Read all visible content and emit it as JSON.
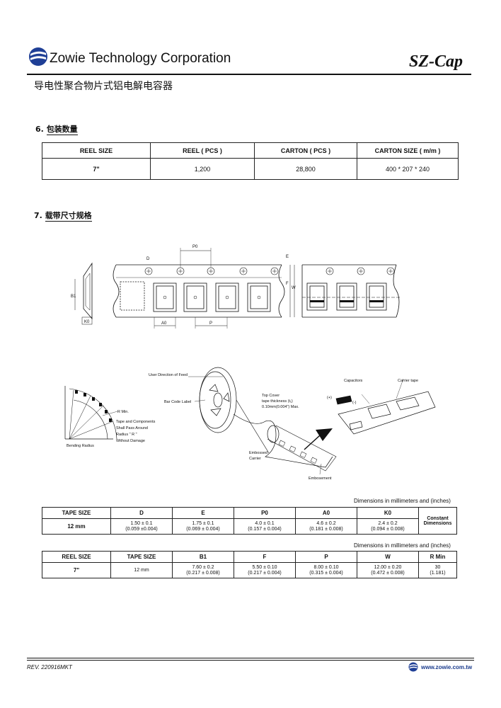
{
  "header": {
    "company": "Zowie Technology Corporation",
    "brand": "SZ-Cap",
    "subtitle": "导电性聚合物片式铝电解电容器"
  },
  "section6": {
    "number": "6.",
    "title": "包装数量",
    "headers": [
      "REEL SIZE",
      "REEL ( PCS )",
      "CARTON ( PCS )",
      "CARTON SIZE ( m/m )"
    ],
    "row": [
      "7\"",
      "1,200",
      "28,800",
      "400 * 207 * 240"
    ]
  },
  "section7": {
    "number": "7.",
    "title": "载带尺寸规格",
    "diagram_labels": {
      "p0": "P0",
      "d": "D",
      "e": "E",
      "f": "F",
      "w": "W",
      "b1": "B1",
      "k0": "K0",
      "a0": "A0",
      "p": "P",
      "user_feed": "User Direction of Feed",
      "bar_code": "Bar Code Label",
      "top_cover_1": "Top Cover",
      "top_cover_2": "tape thickness (t₁)",
      "top_cover_3": "0.10mm(0.004\") Max.",
      "r_min": "R Min.",
      "tape_components_1": "Tape and Components",
      "tape_components_2": "Shall Pass Around",
      "tape_components_3": "Radius \" R \"",
      "tape_components_4": "Without Damage",
      "bending_radius": "Bending Radius",
      "embossed_1": "Embossed",
      "embossed_2": "Carrier",
      "embosement": "Embosement",
      "capacitors": "Capacitors",
      "carrier_tape": "Carrier tape",
      "plus": "(+)",
      "minus": "(-)"
    }
  },
  "table2": {
    "note": "Dimensions in millimeters and (inches)",
    "headers": [
      "TAPE SIZE",
      "D",
      "E",
      "P0",
      "A0",
      "K0",
      "Constant Dimensions"
    ],
    "tape_size": "12 mm",
    "cells": [
      [
        "1.50 ± 0.1",
        "(0.059 ±0.004)"
      ],
      [
        "1.75 ± 0.1",
        "(0.069 ± 0.004)"
      ],
      [
        "4.0 ± 0.1",
        "(0.157 ± 0.004)"
      ],
      [
        "4.6 ± 0.2",
        "(0.181 ± 0.008)"
      ],
      [
        "2.4 ± 0.2",
        "(0.094 ± 0.008)"
      ]
    ]
  },
  "table3": {
    "note": "Dimensions in millimeters and (inches)",
    "headers": [
      "REEL SIZE",
      "TAPE SIZE",
      "B1",
      "F",
      "P",
      "W",
      "R Min"
    ],
    "reel_size": "7\"",
    "tape_size": "12 mm",
    "cells": [
      [
        "7.60 ± 0.2",
        "(0.217 ± 0.008)"
      ],
      [
        "5.50 ± 0.10",
        "(0.217 ± 0.004)"
      ],
      [
        "8.00 ± 0.10",
        "(0.315 ± 0.004)"
      ],
      [
        "12.00 ± 0.20",
        "(0.472 ± 0.008)"
      ],
      [
        "30",
        "(1.181)"
      ]
    ]
  },
  "footer": {
    "rev": "REV. 220916MKT",
    "website": "www.zowie.com.tw"
  }
}
